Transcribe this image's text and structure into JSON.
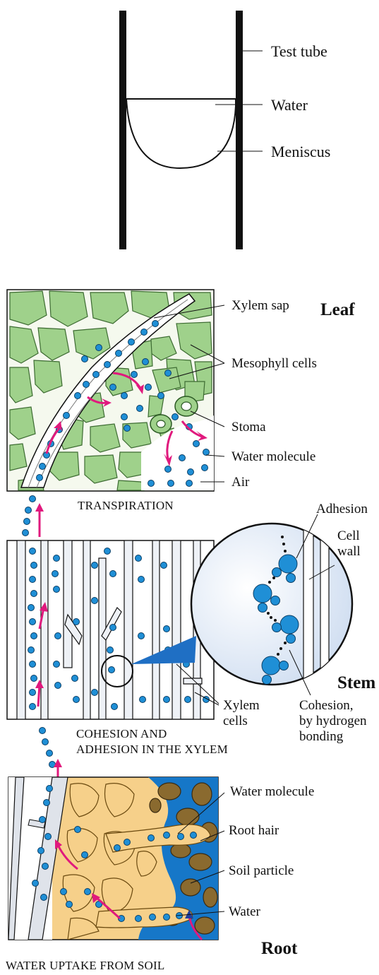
{
  "test_tube": {
    "labels": {
      "tube": "Test tube",
      "water": "Water",
      "meniscus": "Meniscus"
    }
  },
  "leaf": {
    "section": "Leaf",
    "caption": "TRANSPIRATION",
    "labels": {
      "xylem_sap": "Xylem sap",
      "mesophyll": "Mesophyll cells",
      "stoma": "Stoma",
      "water_molecule": "Water molecule",
      "air": "Air"
    }
  },
  "stem": {
    "section": "Stem",
    "caption_line1": "COHESION AND",
    "caption_line2": "ADHESION IN THE XYLEM",
    "labels": {
      "adhesion": "Adhesion",
      "cell_wall_1": "Cell",
      "cell_wall_2": "wall",
      "xylem_cells_1": "Xylem",
      "xylem_cells_2": "cells",
      "cohesion_1": "Cohesion,",
      "cohesion_2": "by hydrogen",
      "cohesion_3": "bonding"
    }
  },
  "root": {
    "section": "Root",
    "caption": "WATER UPTAKE FROM SOIL",
    "labels": {
      "water_molecule": "Water molecule",
      "root_hair": "Root hair",
      "soil_particle": "Soil particle",
      "water": "Water"
    }
  },
  "colors": {
    "mesophyll": "#9fd18b",
    "molecule": "#1f8fd6",
    "arrow": "#e0197d",
    "root_cells": "#f6d08a",
    "soil_water": "#1677c8",
    "soil_particle": "#8a6a2f"
  }
}
